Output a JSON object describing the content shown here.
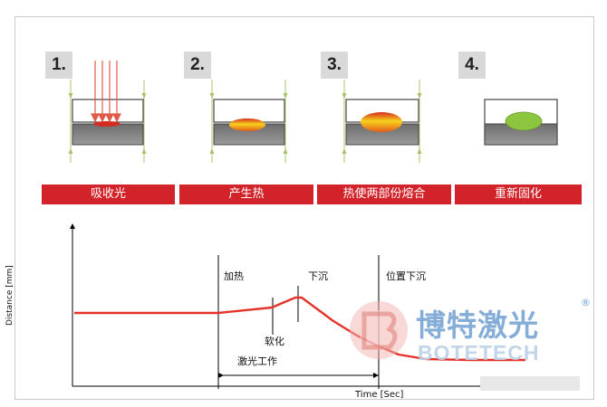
{
  "steps": [
    {
      "number": "1.",
      "label": "吸收光"
    },
    {
      "number": "2.",
      "label": "产生热"
    },
    {
      "number": "3.",
      "label": "热使两部份熔合"
    },
    {
      "number": "4.",
      "label": "重新固化"
    }
  ],
  "chart": {
    "ylabel": "Distance [mm]",
    "xlabel": "Time [Sec]",
    "annotations": {
      "heating": "加热",
      "sinking": "下沉",
      "position_sink": "位置下沉",
      "softening": "软化",
      "laser_work": "激光工作"
    }
  },
  "watermark": {
    "name_cn": "博特激光",
    "name_en": "BOTETECH",
    "registered": "®"
  },
  "colors": {
    "accent_red": "#d2232a",
    "curve_red": "#e5332a",
    "weld_green": "#8cc63f",
    "watermark_blue": "#6f9fd1"
  }
}
